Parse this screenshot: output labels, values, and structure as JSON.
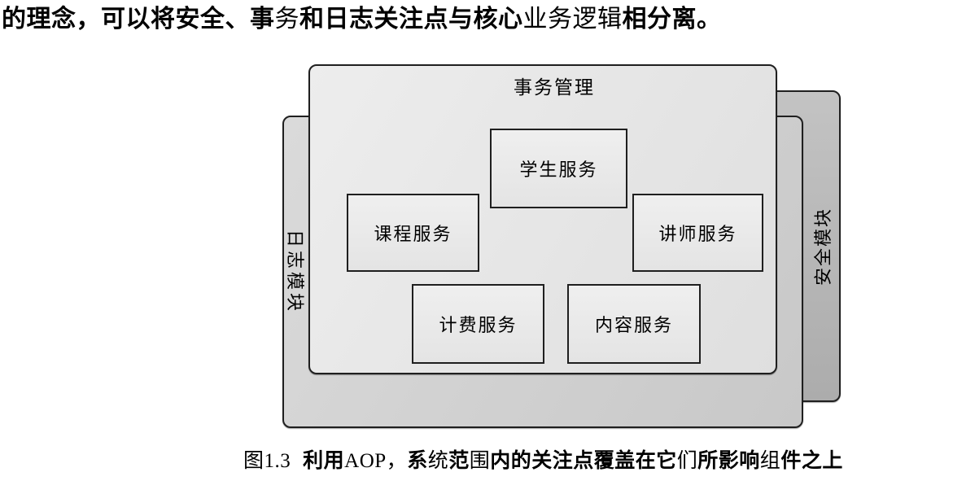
{
  "heading": {
    "full_text": "的理念，可以将安全、事务和日志关注点与核心业务逻辑相分离。",
    "segments": [
      {
        "text": "的理念，可以将安全、事",
        "style": "bold"
      },
      {
        "text": "务",
        "style": "serif"
      },
      {
        "text": "和日志关注点与核心",
        "style": "bold"
      },
      {
        "text": "业务逻辑",
        "style": "serif"
      },
      {
        "text": "相分离。",
        "style": "bold"
      }
    ]
  },
  "diagram": {
    "aspects": [
      {
        "id": "security",
        "label": "安全模块",
        "label_orientation": "rotated-ccw"
      },
      {
        "id": "logging",
        "label": "日志模块",
        "label_orientation": "rotated-cw"
      },
      {
        "id": "transaction",
        "label": "事务管理",
        "label_orientation": "horizontal-top"
      }
    ],
    "services": [
      {
        "id": "student",
        "label": "学生服务"
      },
      {
        "id": "course",
        "label": "课程服务"
      },
      {
        "id": "instructor",
        "label": "讲师服务"
      },
      {
        "id": "billing",
        "label": "计费服务"
      },
      {
        "id": "content",
        "label": "内容服务"
      }
    ],
    "colors": {
      "border": "#1f1f1f",
      "transaction_fill": "#e8e8e8",
      "logging_fill": "#d1d1d1",
      "security_fill": "#b7b7b7",
      "service_fill": "#ececec",
      "text": "#000000"
    }
  },
  "caption": {
    "full_text": "图1.3  利用AOP，系统范围内的关注点覆盖在它们所影响组件之上",
    "figure_number": "图1.3",
    "segments": [
      {
        "text": "图1.3",
        "style": "serif"
      },
      {
        "text": "  利用",
        "style": "bold"
      },
      {
        "text": "AOP，",
        "style": "serif"
      },
      {
        "text": "系",
        "style": "bold"
      },
      {
        "text": "统",
        "style": "serif"
      },
      {
        "text": "范",
        "style": "bold"
      },
      {
        "text": "围",
        "style": "serif"
      },
      {
        "text": "内的关注点覆盖在它",
        "style": "bold"
      },
      {
        "text": "们",
        "style": "serif"
      },
      {
        "text": "所影响",
        "style": "bold"
      },
      {
        "text": "组",
        "style": "serif"
      },
      {
        "text": "件之上",
        "style": "bold"
      }
    ]
  }
}
